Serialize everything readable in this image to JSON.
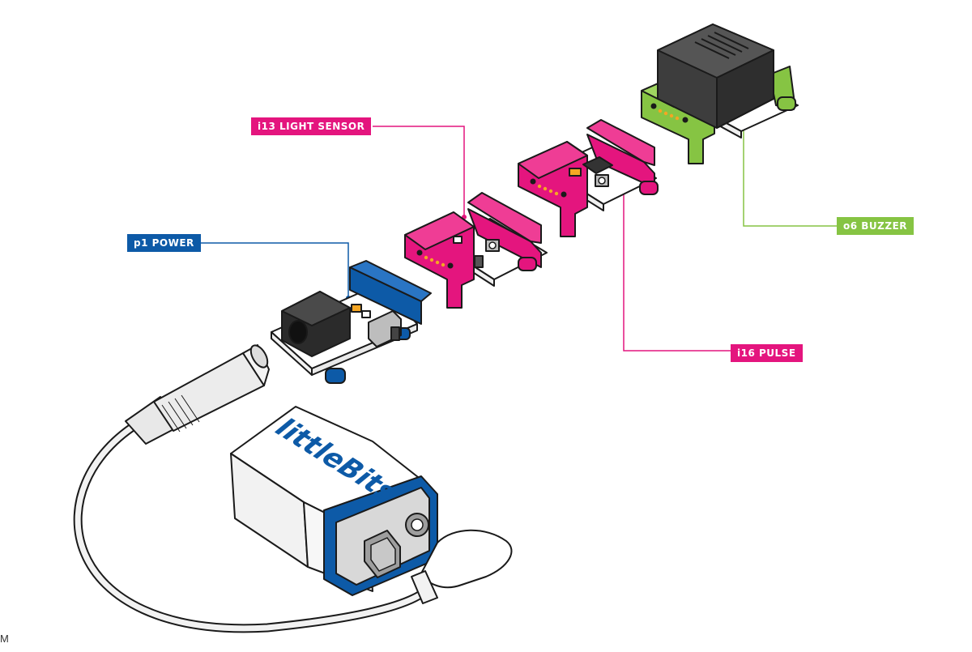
{
  "labels": {
    "power": "p1 POWER",
    "light_sensor": "i13 LIGHT SENSOR",
    "pulse": "i16 PULSE",
    "buzzer": "o6 BUZZER"
  },
  "battery": {
    "brand": "littleBits",
    "trademark": "™"
  },
  "corner_mark": "M",
  "colors": {
    "power": "#0d5aa7",
    "input": "#e4157e",
    "output": "#86c443",
    "outline": "#1a1a1a",
    "board": "#ffffff"
  }
}
